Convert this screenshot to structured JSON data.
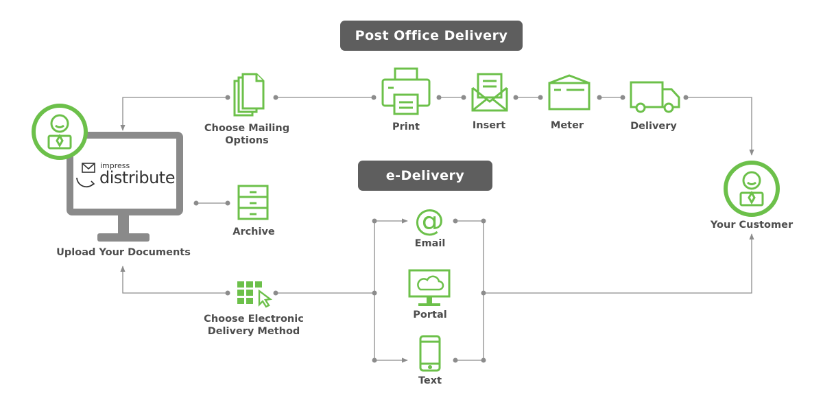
{
  "banners": {
    "post": "Post Office Delivery",
    "edelivery": "e-Delivery"
  },
  "logo": {
    "small": "impress",
    "big": "distribute"
  },
  "labels": {
    "upload": "Upload Your Documents",
    "mailing_line1": "Choose Mailing",
    "mailing_line2": "Options",
    "archive": "Archive",
    "electronic_line1": "Choose Electronic",
    "electronic_line2": "Delivery Method",
    "print": "Print",
    "insert": "Insert",
    "meter": "Meter",
    "delivery": "Delivery",
    "email": "Email",
    "portal": "Portal",
    "text": "Text",
    "customer": "Your Customer"
  },
  "colors": {
    "accent_green": "#6cc04a",
    "connector_gray": "#8c8c8c",
    "monitor_gray": "#8a8a8a",
    "banner_gray": "#5e5e5e",
    "label_text": "#4d4d4d"
  },
  "icons": {
    "sender": "user-badge-icon",
    "mailing": "document-stack-icon",
    "archive": "filing-cabinet-icon",
    "electronic": "grid-cursor-icon",
    "print": "printer-icon",
    "insert": "envelope-letter-icon",
    "meter": "envelope-icon",
    "delivery": "truck-icon",
    "email": "at-sign-icon",
    "portal": "cloud-monitor-icon",
    "text": "smartphone-icon",
    "customer": "user-badge-icon"
  }
}
